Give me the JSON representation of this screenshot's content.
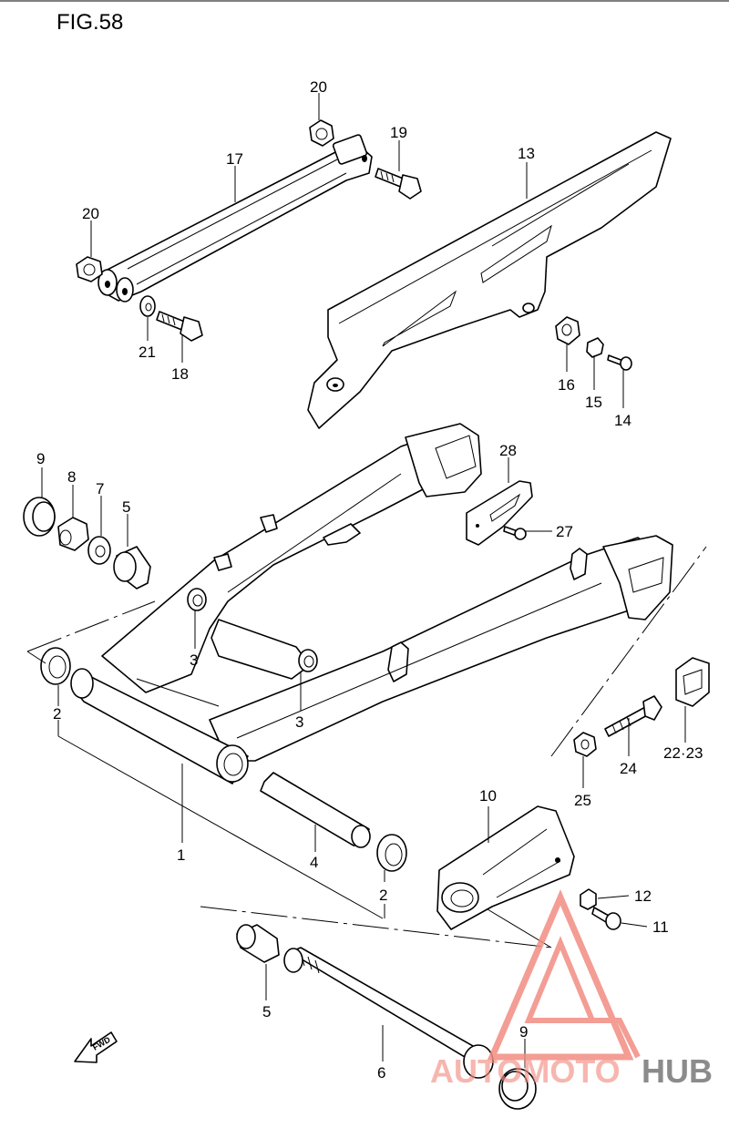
{
  "figure": {
    "title": "FIG.58"
  },
  "callouts": {
    "c1": "1",
    "c2a": "2",
    "c2b": "2",
    "c3a": "3",
    "c3b": "3",
    "c4": "4",
    "c5a": "5",
    "c5b": "5",
    "c6": "6",
    "c7": "7",
    "c8": "8",
    "c9a": "9",
    "c9b": "9",
    "c10": "10",
    "c11": "11",
    "c12": "12",
    "c13": "13",
    "c14": "14",
    "c15": "15",
    "c16": "16",
    "c17": "17",
    "c18": "18",
    "c19": "19",
    "c20a": "20",
    "c20b": "20",
    "c21": "21",
    "c22_23": "22·23",
    "c24": "24",
    "c25": "25",
    "c27": "27",
    "c28": "28"
  },
  "fwd_arrow": {
    "label": "FWD"
  },
  "watermark": {
    "text_accent": "AUTOMOTO",
    "text_dark": "HUB",
    "accent_color": "#f28c82",
    "dark_color": "#555555"
  }
}
